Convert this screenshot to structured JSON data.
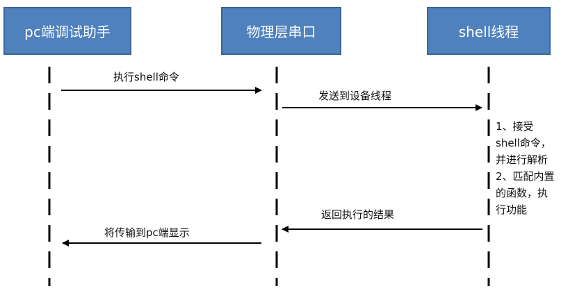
{
  "participants": {
    "pc": "pc端调试助手",
    "uart": "物理层串口",
    "shell": "shell线程"
  },
  "messages": {
    "m1": "执行shell命令",
    "m2": "发送到设备线程",
    "m3": "返回执行的结果",
    "m4": "将传输到pc端显示"
  },
  "note": {
    "line1": "1、接受",
    "line2": "shell命令，",
    "line3": "并进行解析",
    "line4": "2、匹配内置",
    "line5": "的函数，执",
    "line6": "行功能"
  },
  "colors": {
    "box_fill": "#4f81bd",
    "box_border": "#3a6596",
    "box_text": "#ffffff",
    "line": "#000000"
  }
}
